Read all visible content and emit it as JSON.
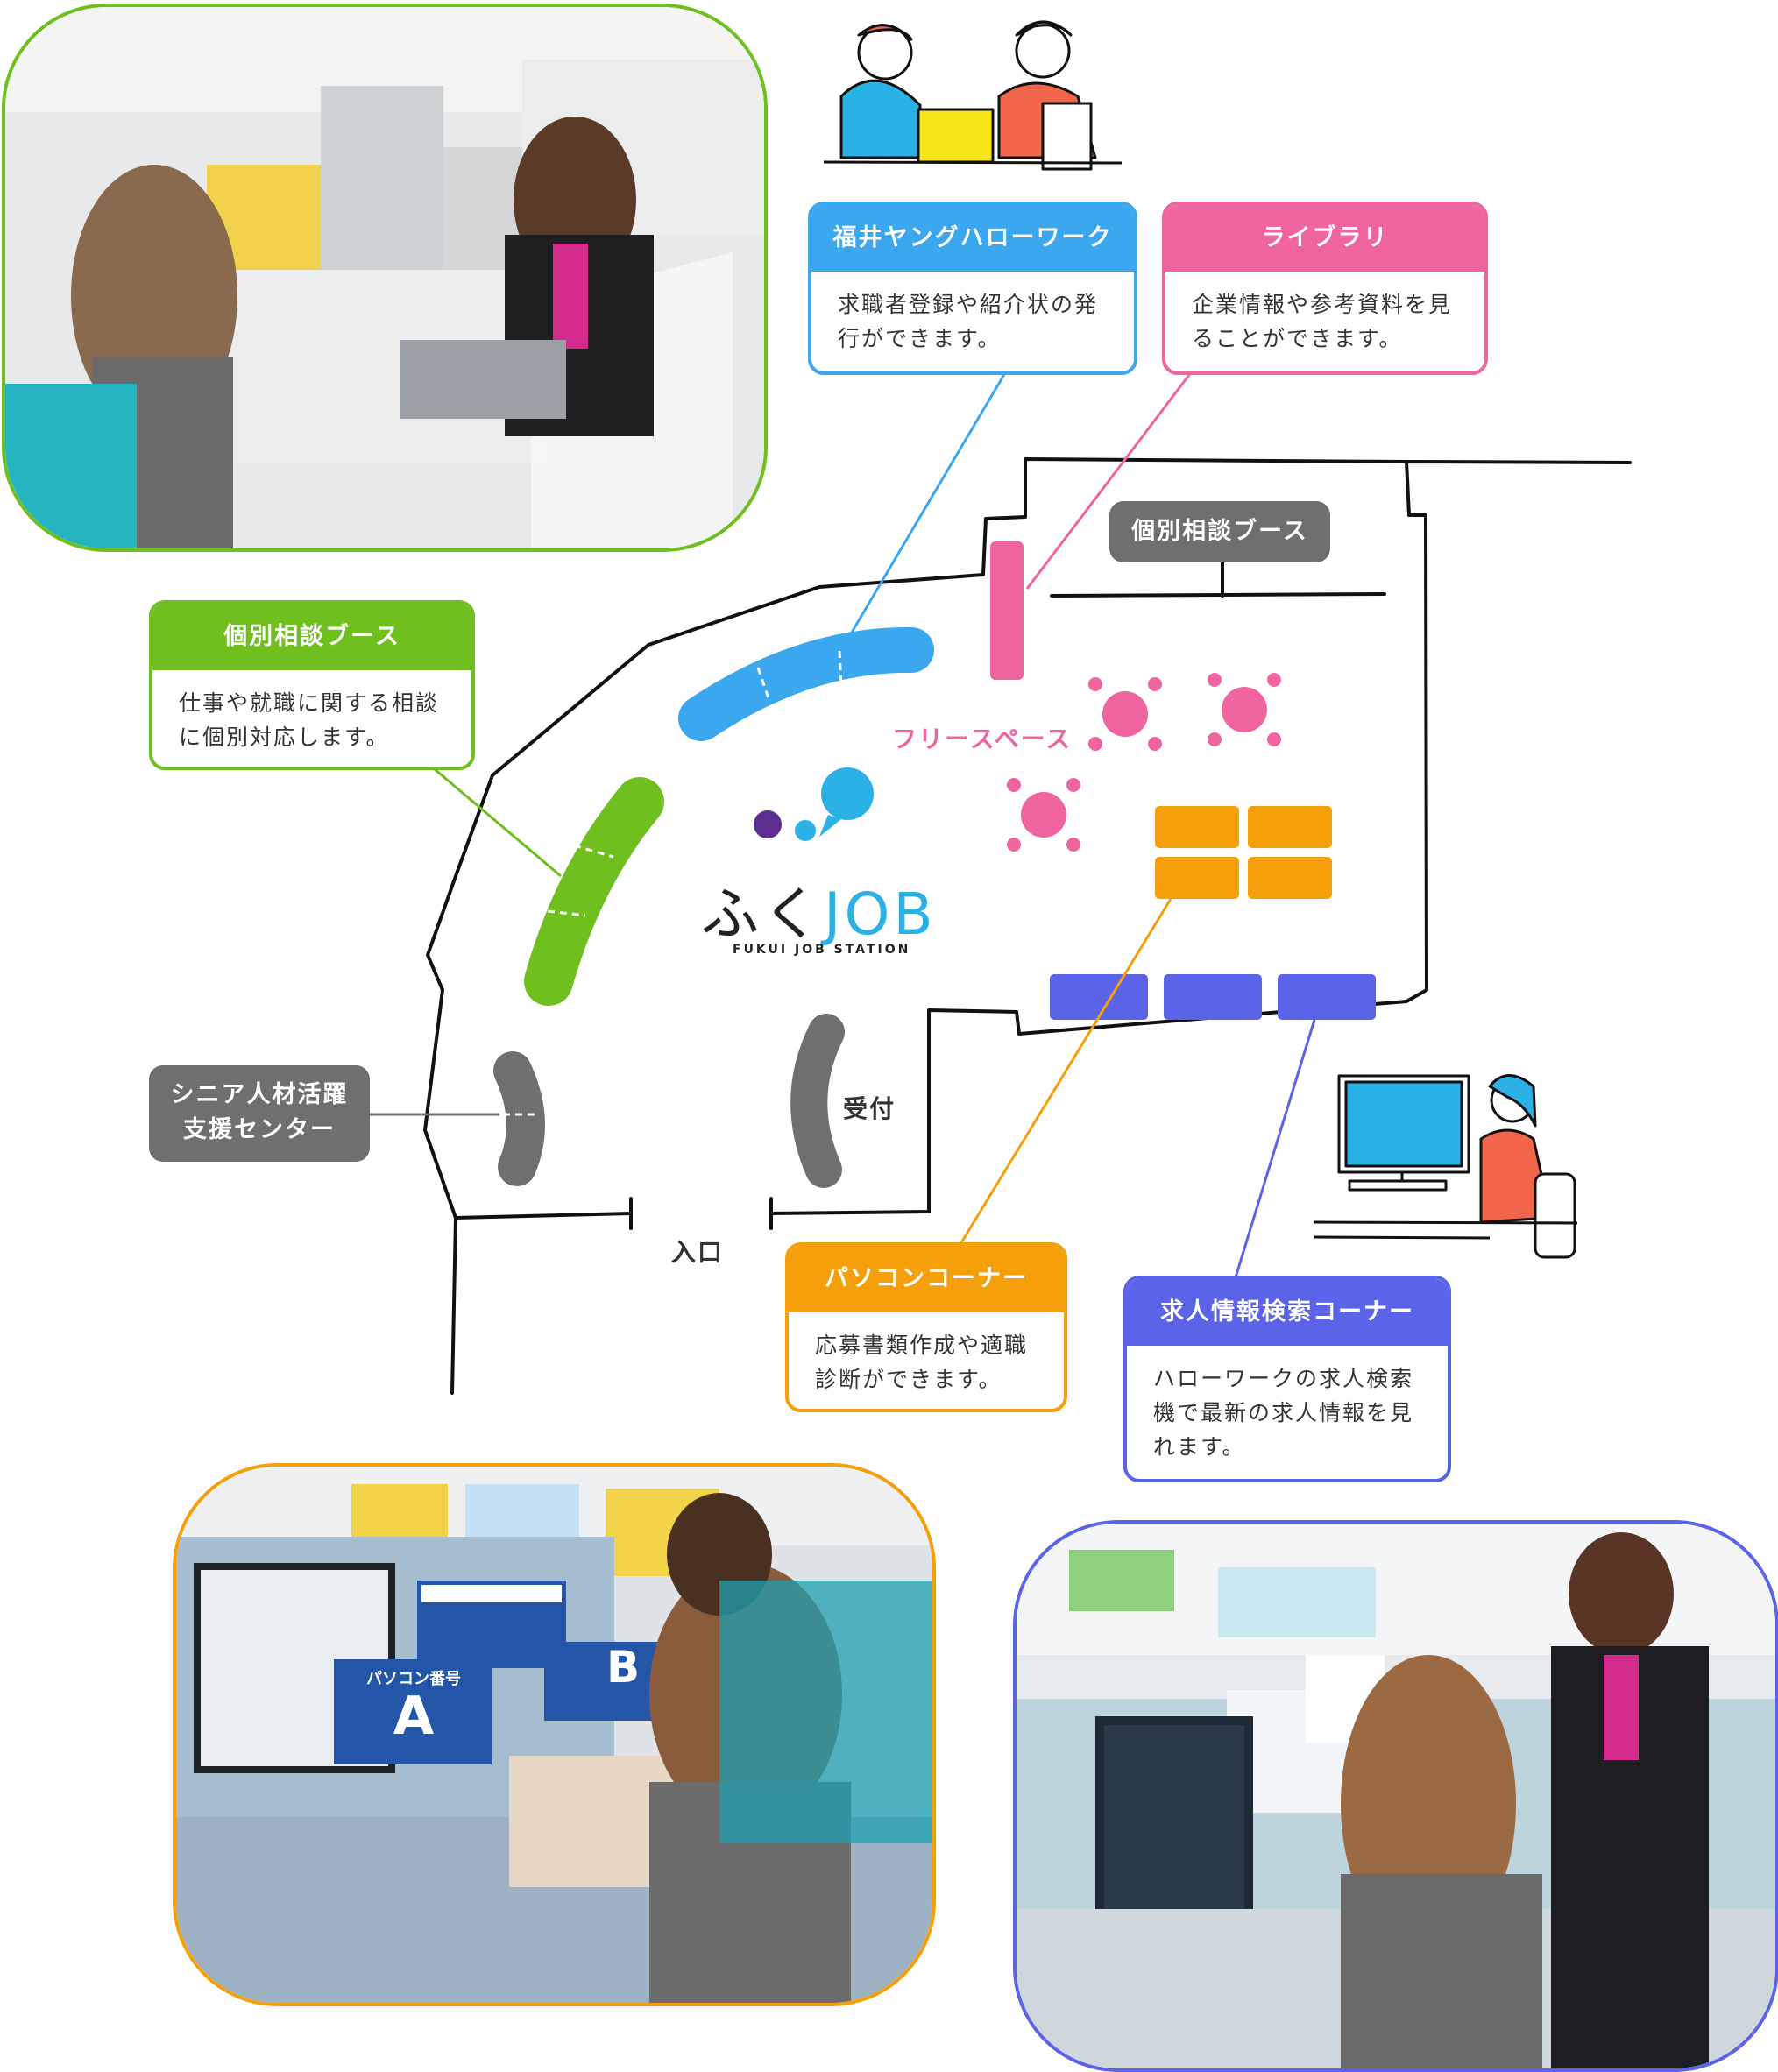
{
  "logo": {
    "main_hira": "ふく",
    "main_job": "JOB",
    "sub": "FUKUI JOB STATION"
  },
  "cards": {
    "young": {
      "title": "福井ヤングハローワーク",
      "body": "求職者登録や紹介状の発行ができます。",
      "color": "#3aa7ee"
    },
    "library": {
      "title": "ライブラリ",
      "body": "企業情報や参考資料を見ることができます。",
      "color": "#f0649f"
    },
    "consult": {
      "title": "個別相談ブース",
      "body": "仕事や就職に関する相談に個別対応します。",
      "color": "#6fbf1f"
    },
    "pc": {
      "title": "パソコンコーナー",
      "body": "応募書類作成や適職診断ができます。",
      "color": "#f5a00a"
    },
    "search": {
      "title": "求人情報検索コーナー",
      "body": "ハローワークの求人検索機で最新の求人情報を見れます。",
      "color": "#5b63e8"
    }
  },
  "pills": {
    "consult_gray": "個別相談ブース",
    "senior_line1": "シニア人材活躍",
    "senior_line2": "支援センター"
  },
  "labels": {
    "reception": "受付",
    "entrance": "入口",
    "free_space": "フリースペース"
  },
  "photos": {
    "top_left": {
      "border": "#6fbf1f"
    },
    "bottom_left": {
      "border": "#f5a00a",
      "sign_title": "パソコン番号",
      "sign_a": "A",
      "sign_b": "B"
    },
    "bottom_right": {
      "border": "#5b63e8"
    }
  }
}
